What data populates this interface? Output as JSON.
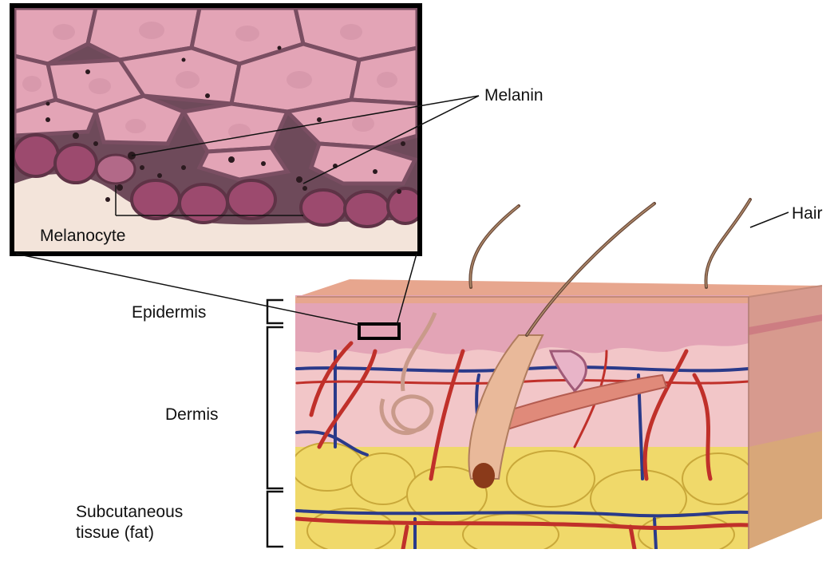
{
  "labels": {
    "melanin": "Melanin",
    "melanocyte": "Melanocyte",
    "hair": "Hair",
    "epidermis": "Epidermis",
    "dermis": "Dermis",
    "subcutaneous_line1": "Subcutaneous",
    "subcutaneous_line2": "tissue (fat)"
  },
  "colors": {
    "epidermis": "#e3a4b6",
    "dermis": "#f2c6c8",
    "fat": "#f0d96a",
    "artery": "#c0302a",
    "vein": "#2a3a8a",
    "cell_membrane": "#6e4a5a",
    "basal_cell": "#9c4a6e"
  }
}
